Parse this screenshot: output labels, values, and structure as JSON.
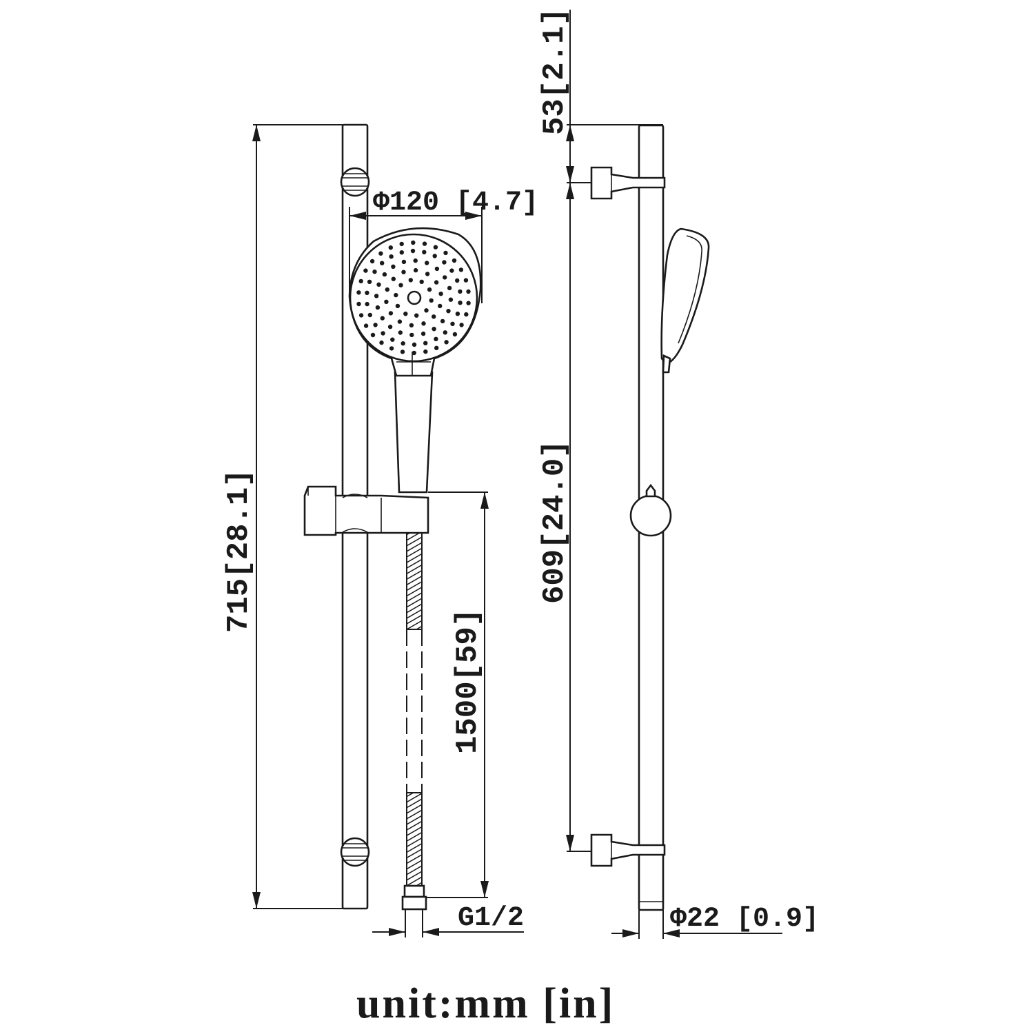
{
  "dimensions": {
    "rail_height": "715[28.1]",
    "head_diameter": "Φ120 [4.7]",
    "hose_length": "1500[59]",
    "thread": "G1/2",
    "top_offset": "53[2.1]",
    "bracket_spacing": "609[24.0]",
    "rail_diameter": "Φ22 [0.9]"
  },
  "unit_label": "unit:mm [in]"
}
